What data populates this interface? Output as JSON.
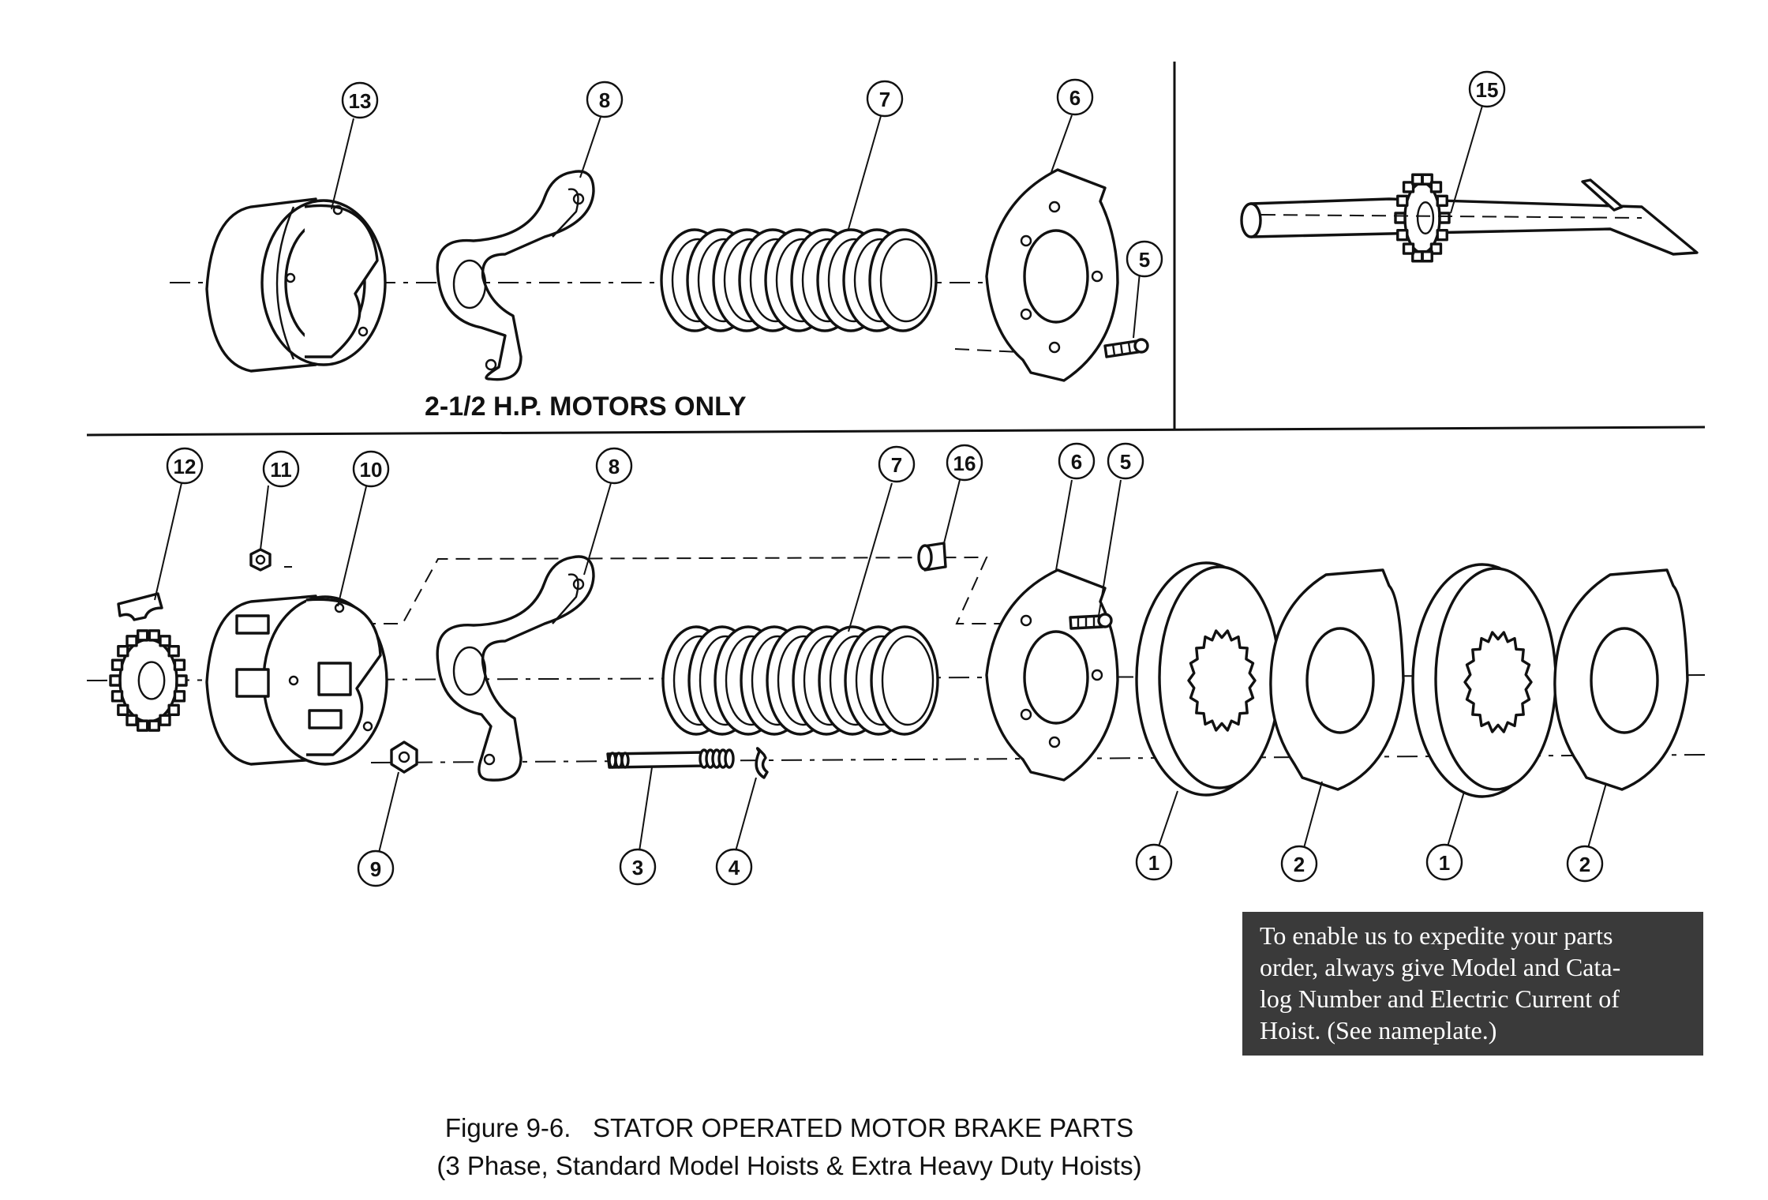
{
  "section_label": "2-1/2 H.P. MOTORS ONLY",
  "notice": {
    "line1": "To enable us to expedite your parts",
    "line2": "order, always give Model and Cata-",
    "line3": "log Number and Electric Current of",
    "line4": "Hoist. (See nameplate.)"
  },
  "caption": {
    "line1": "Figure 9-6.   STATOR OPERATED MOTOR BRAKE PARTS",
    "line2": "(3 Phase, Standard Model Hoists & Extra Heavy Duty Hoists)"
  },
  "callouts": {
    "top": [
      "13",
      "8",
      "7",
      "6",
      "5",
      "15"
    ],
    "bottom_upper": [
      "12",
      "11",
      "10",
      "8",
      "7",
      "16",
      "6",
      "5"
    ],
    "bottom_lower": [
      "9",
      "3",
      "4",
      "1",
      "2",
      "1",
      "2"
    ]
  }
}
